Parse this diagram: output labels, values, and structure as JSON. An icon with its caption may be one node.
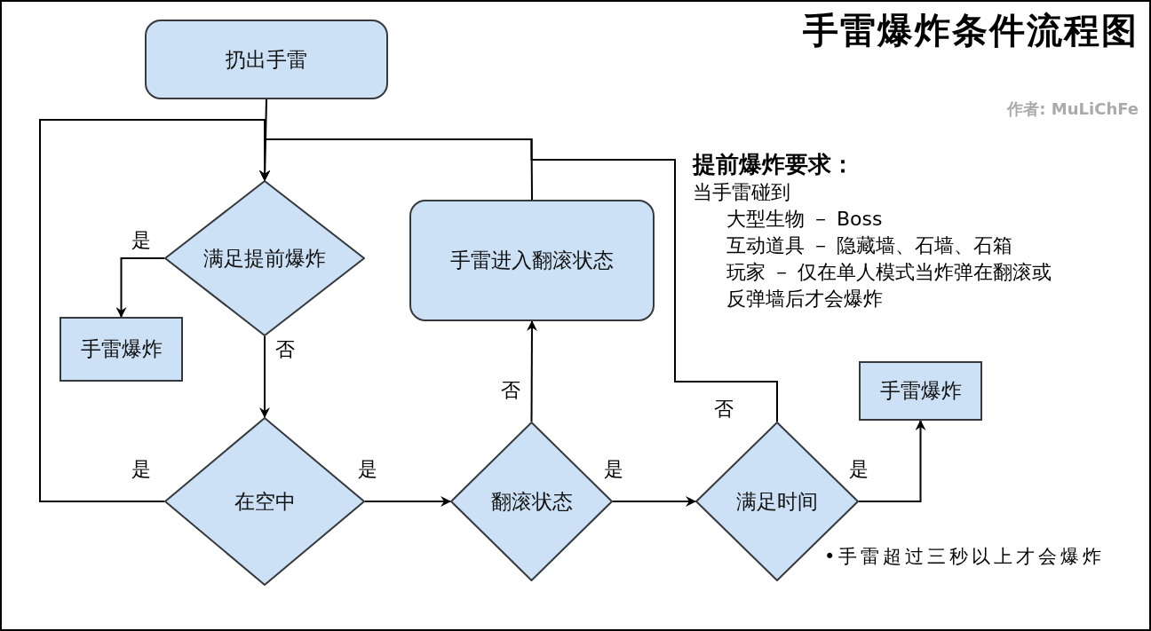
{
  "diagram": {
    "title": "手雷爆炸条件流程图",
    "nodes": [
      {
        "text": [
          "扔出手雷"
        ]
      },
      {
        "text": [
          "满足提前爆炸"
        ]
      },
      {
        "text": [
          "手雷爆炸"
        ]
      },
      {
        "text": [
          "在空中"
        ]
      },
      {
        "text": [
          "翻滚状态"
        ]
      },
      {
        "text": [
          "手雷进入翻滚状态"
        ]
      },
      {
        "text": [
          "满足时间"
        ]
      },
      {
        "text": [
          "手雷爆炸"
        ]
      }
    ],
    "edges": [
      {
        "from": 0,
        "to": 1,
        "arrow": "to"
      },
      {
        "from": 1,
        "to": 2,
        "arrow": "to",
        "label": "是"
      },
      {
        "from": 1,
        "to": 3,
        "arrow": "to",
        "label": "否"
      },
      {
        "from": 3,
        "to": 1,
        "arrow": "to",
        "label": "是"
      },
      {
        "from": 3,
        "to": 4,
        "arrow": "to",
        "label": "是"
      },
      {
        "from": 4,
        "to": 5,
        "arrow": "to",
        "label": "否"
      },
      {
        "from": 5,
        "to": 1,
        "arrow": "to"
      },
      {
        "from": 4,
        "to": 6,
        "arrow": "to",
        "label": "是"
      },
      {
        "from": 6,
        "to": 1,
        "arrow": "to",
        "label": "否"
      },
      {
        "from": 6,
        "to": 7,
        "arrow": "to",
        "label": "是"
      }
    ],
    "labels": [
      "作者: MuLiChFe",
      "提前爆炸要求：",
      "当手雷碰到",
      "大型生物 － Boss",
      "互动道具 － 隐藏墙、石墙、石箱",
      "玩家 － 仅在单人模式当炸弹在翻滚或反弹墙后才会爆炸",
      "•手雷超过三秒以上才会爆炸"
    ]
  }
}
